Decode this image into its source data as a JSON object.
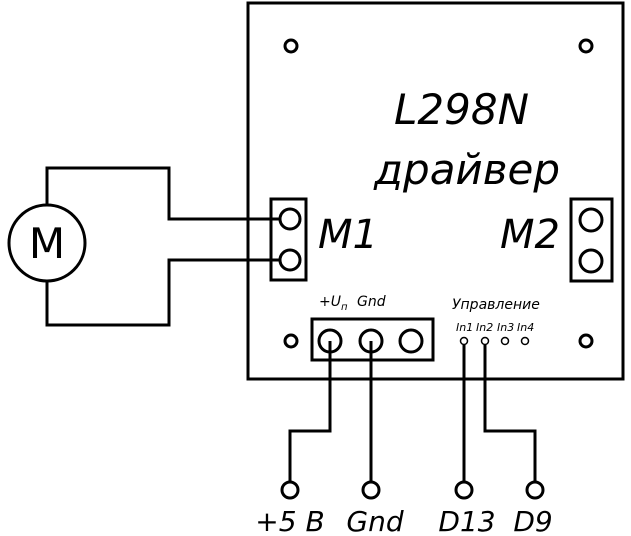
{
  "module": {
    "title": "L298N",
    "subtitle": "драйвер"
  },
  "motor": {
    "symbol": "M"
  },
  "outputs": {
    "m1": "M1",
    "m2": "M2"
  },
  "power_block": {
    "vcc_label_main": "+U",
    "vcc_label_sub": "п",
    "gnd_label": "Gnd"
  },
  "control_block": {
    "title": "Управление",
    "inputs": [
      "In1",
      "In2",
      "In3",
      "In4"
    ]
  },
  "external_terminals": [
    "+5 В",
    "Gnd",
    "D13",
    "D9"
  ]
}
